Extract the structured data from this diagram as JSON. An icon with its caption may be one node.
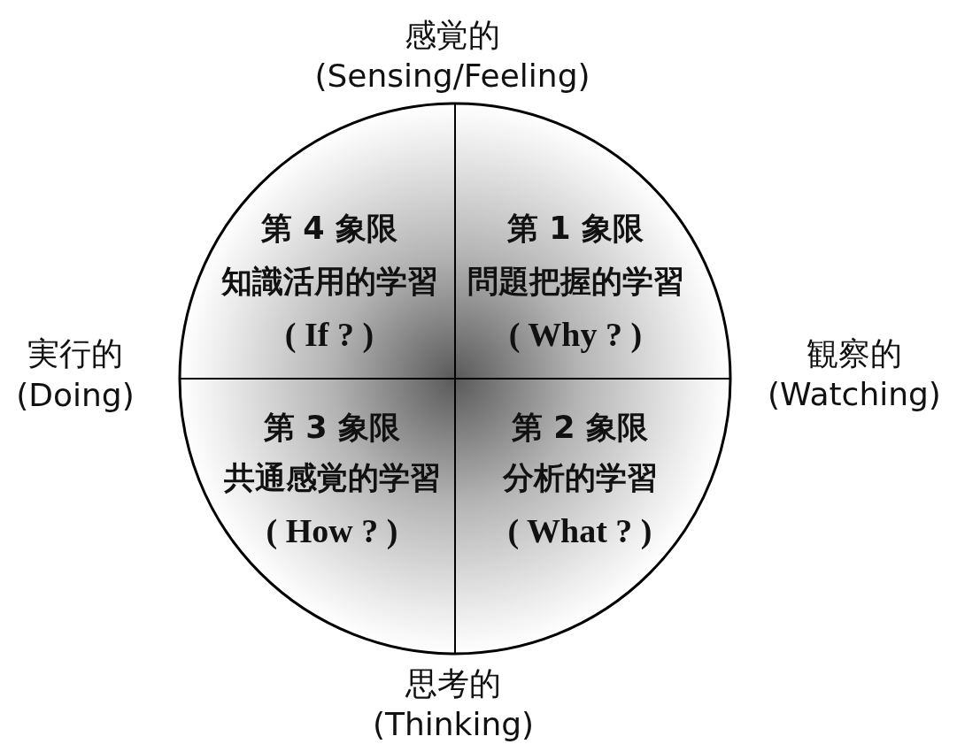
{
  "diagram": {
    "nodes": [
      {
        "text": [
          "第 4 象限",
          "知識活用的学習",
          "( If ? )"
        ]
      },
      {
        "text": [
          "第 1 象限",
          "問題把握的学習",
          "( Why ? )"
        ]
      },
      {
        "text": [
          "第 3 象限",
          "共通感覚的学習",
          "( How ? )"
        ]
      },
      {
        "text": [
          "第 2 象限",
          "分析的学習",
          "( What ? )"
        ]
      }
    ],
    "labels": [
      "感覚的",
      "(Sensing/Feeling)",
      "実行的",
      "(Doing)",
      "観察的",
      "(Watching)",
      "思考的",
      "(Thinking)"
    ]
  }
}
